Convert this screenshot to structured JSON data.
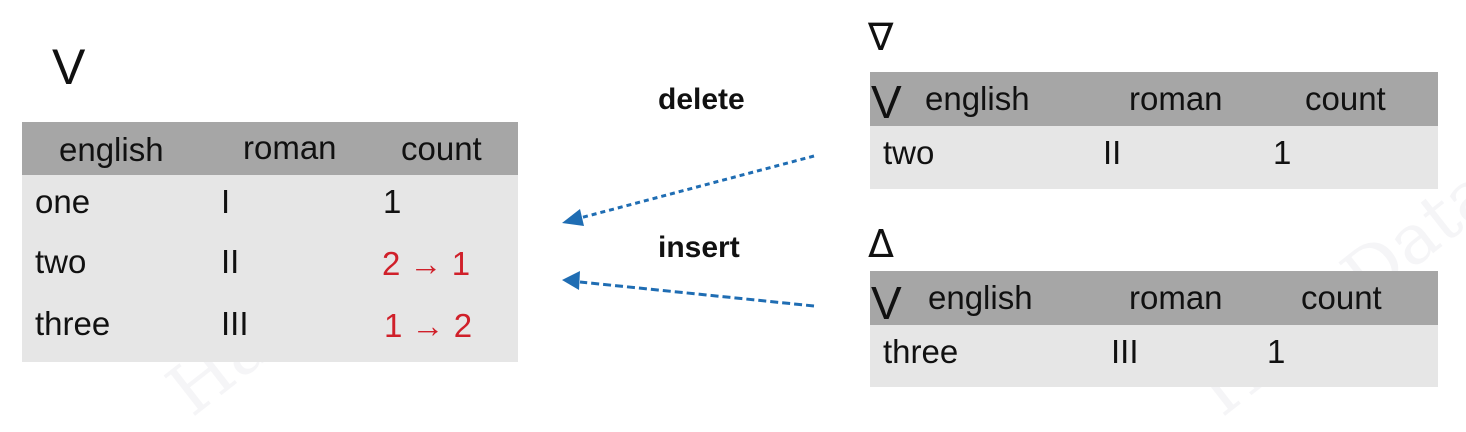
{
  "main_table": {
    "label": "V",
    "headers": [
      "english",
      "roman",
      "count"
    ],
    "rows": [
      {
        "english": "one",
        "roman": "I",
        "count": "1"
      },
      {
        "english": "two",
        "roman": "II",
        "count": "2 → 1"
      },
      {
        "english": "three",
        "roman": "III",
        "count": "1 → 2"
      }
    ]
  },
  "operations": {
    "delete_label": "delete",
    "insert_label": "insert"
  },
  "delete_table": {
    "symbol": "∇",
    "label": "V",
    "headers": [
      "english",
      "roman",
      "count"
    ],
    "rows": [
      {
        "english": "two",
        "roman": "II",
        "count": "1"
      }
    ]
  },
  "insert_table": {
    "symbol": "Δ",
    "label": "V",
    "headers": [
      "english",
      "roman",
      "count"
    ],
    "rows": [
      {
        "english": "three",
        "roman": "III",
        "count": "1"
      }
    ]
  },
  "colors": {
    "header_bg": "#a6a6a6",
    "body_bg": "#e6e6e6",
    "changed_value": "#d0202a",
    "arrow": "#1f6db3"
  }
}
